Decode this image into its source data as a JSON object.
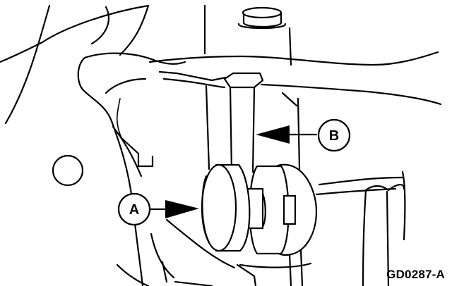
{
  "callouts": {
    "a": "A",
    "b": "B"
  },
  "figure_code": "GD0287-A",
  "colors": {
    "ink": "#000000",
    "paper": "#ffffff"
  }
}
